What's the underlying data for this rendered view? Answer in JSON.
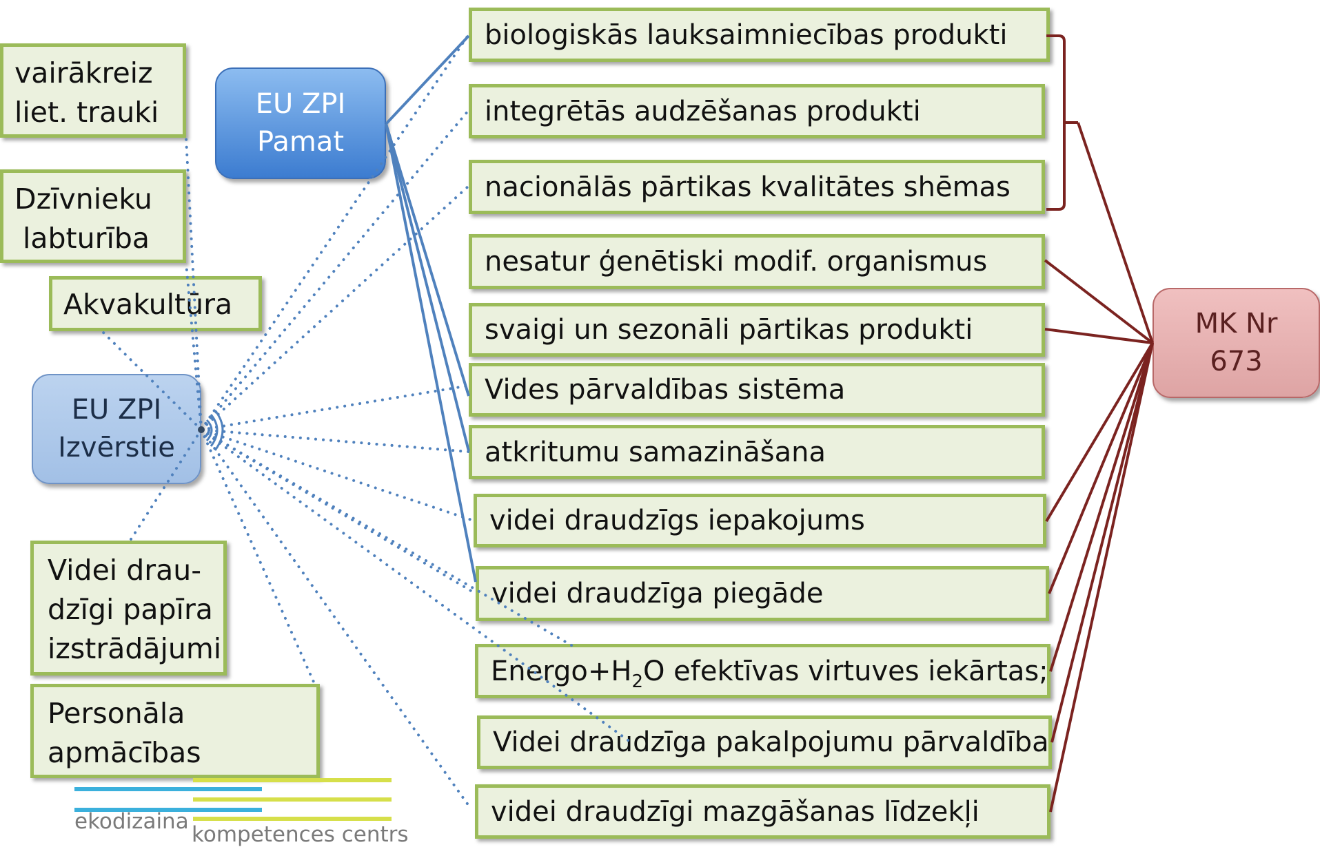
{
  "colors": {
    "box_fill": "#ebf1de",
    "box_border": "#9bbb59",
    "blue_connector": "#4f81bd",
    "maroon_connector": "#7b2320",
    "logo_blue": "#3bb0dc",
    "logo_yellow": "#d6df4a"
  },
  "nodes": {
    "pamat": [
      "EU ZPI",
      "Pamat"
    ],
    "izverstie": [
      "EU ZPI",
      "Izvērstie"
    ],
    "mk": [
      "MK Nr",
      "673"
    ]
  },
  "left_boxes": {
    "trauki": [
      "vairākreiz",
      "liet. trauki"
    ],
    "dzivnieku": [
      "Dzīvnieku",
      "labturība"
    ],
    "akva": [
      "Akvakultūra"
    ],
    "papirs": [
      "Videi drau-",
      "dzīgi papīra",
      "izstrādājumi"
    ],
    "personals": [
      "Personāla",
      "apmācības"
    ]
  },
  "criteria": [
    "biologiskās lauksaimniecības produkti",
    "integrētās audzēšanas produkti",
    "nacionālās pārtikas kvalitātes shēmas",
    "nesatur ģenētiski modif. organismus",
    "svaigi un sezonāli pārtikas produkti",
    "Vides pārvaldības sistēma",
    "atkritumu samazināšana",
    "videi draudzīgs iepakojums",
    "videi draudzīga piegāde",
    {
      "before": "Energo+H",
      "sub": "2",
      "after": "O efektīvas virtuves iekārtas;"
    },
    "Videi draudzīga pakalpojumu pārvaldība",
    "videi draudzīgi mazgāšanas līdzekļi"
  ],
  "logo": {
    "word1": "ekodizaina",
    "word2": "kompetences centrs"
  }
}
